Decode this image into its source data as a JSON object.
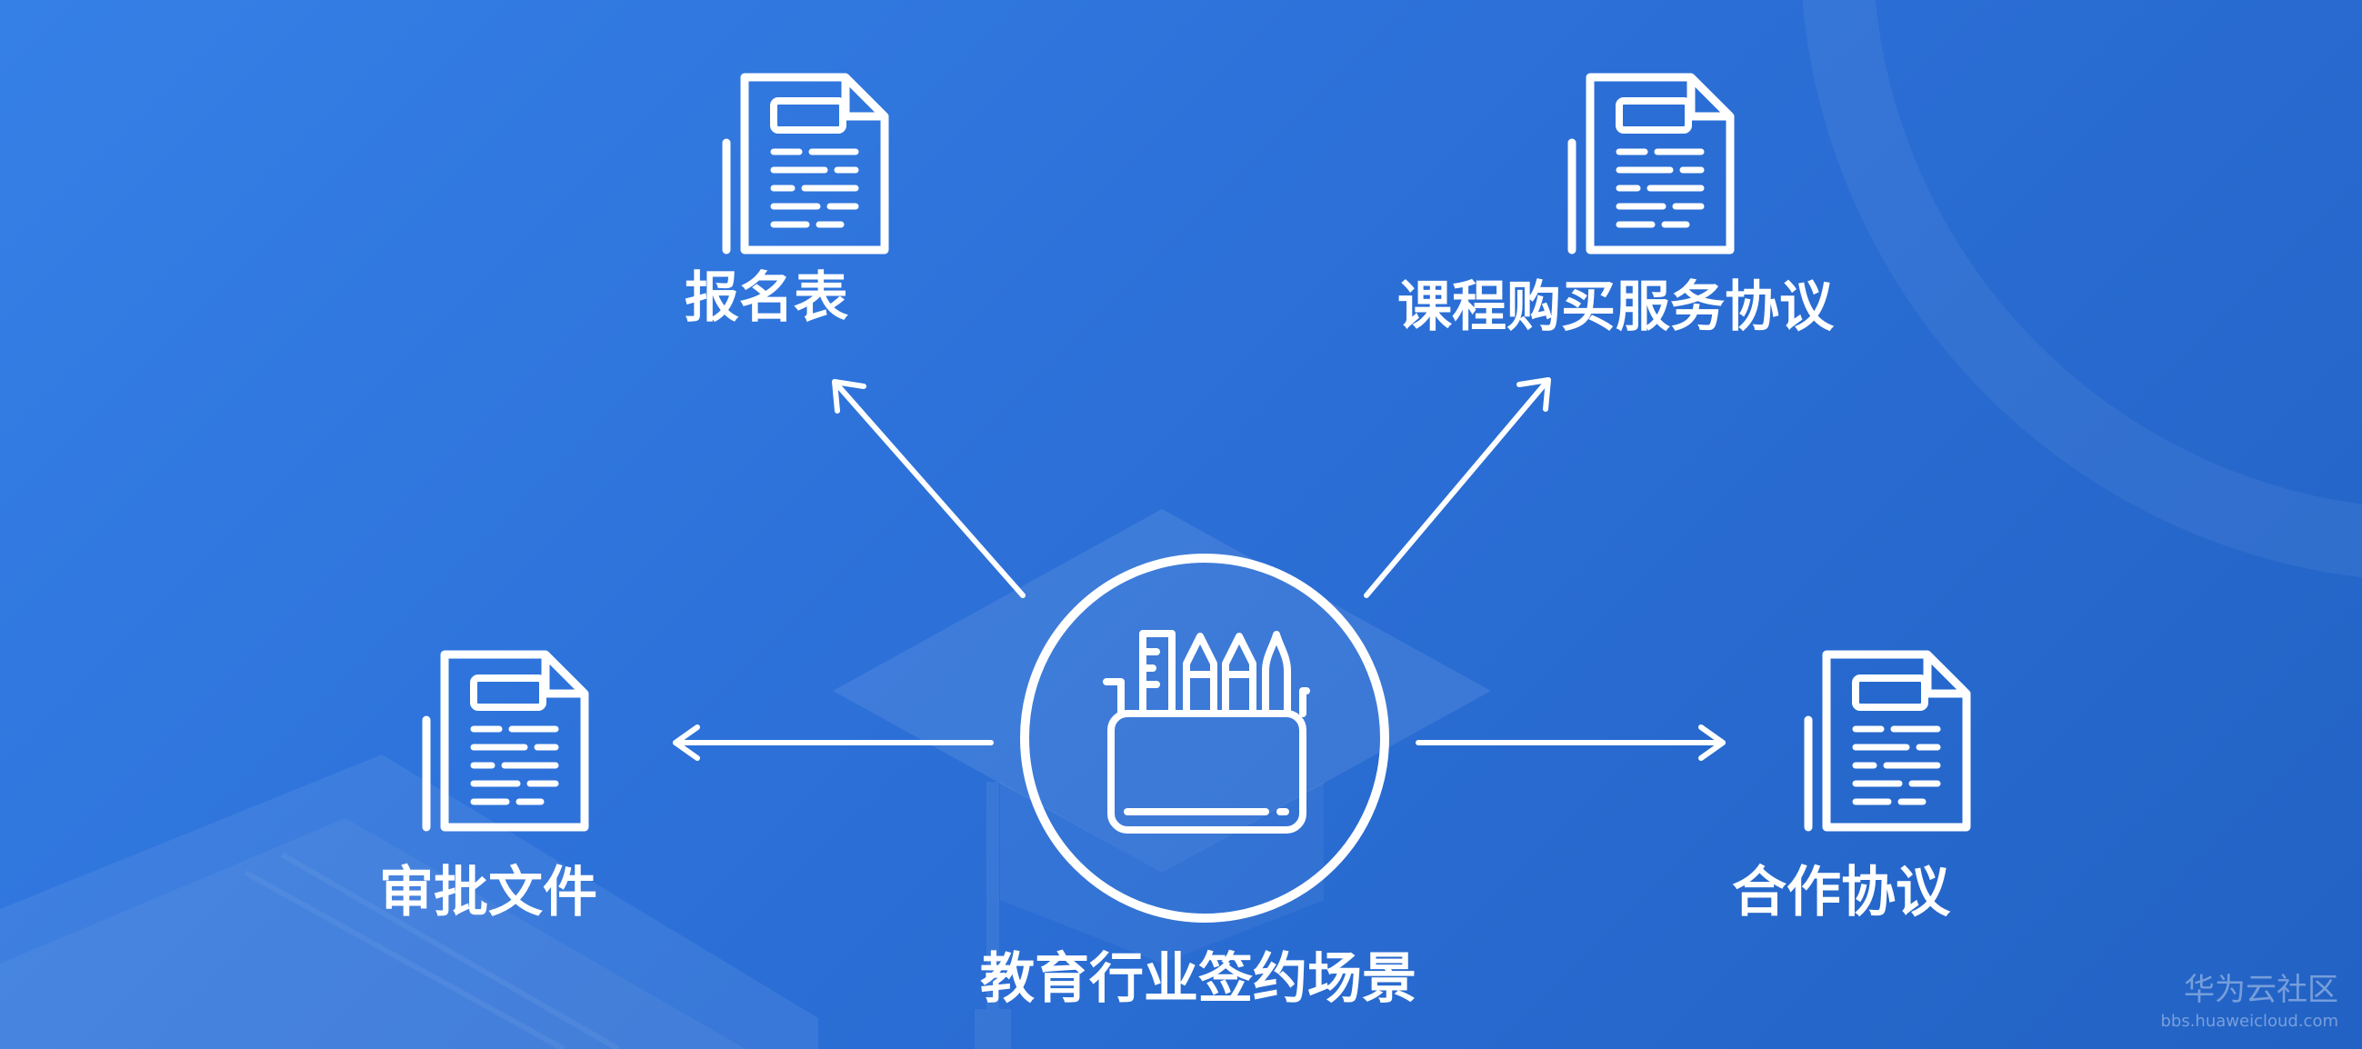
{
  "diagram": {
    "center_label": "教育行业签约场景",
    "center_icon": "pencil-cup-icon",
    "branches": [
      {
        "id": "top-left",
        "label": "报名表",
        "icon": "document-icon"
      },
      {
        "id": "top-right",
        "label": "课程购买服务协议",
        "icon": "document-icon"
      },
      {
        "id": "left",
        "label": "审批文件",
        "icon": "document-icon"
      },
      {
        "id": "right",
        "label": "合作协议",
        "icon": "document-icon"
      }
    ]
  },
  "watermark": {
    "title": "华为云社区",
    "url": "bbs.huaweicloud.com"
  },
  "colors": {
    "background_start": "#3580e6",
    "background_end": "#2262c4",
    "foreground": "#ffffff"
  }
}
